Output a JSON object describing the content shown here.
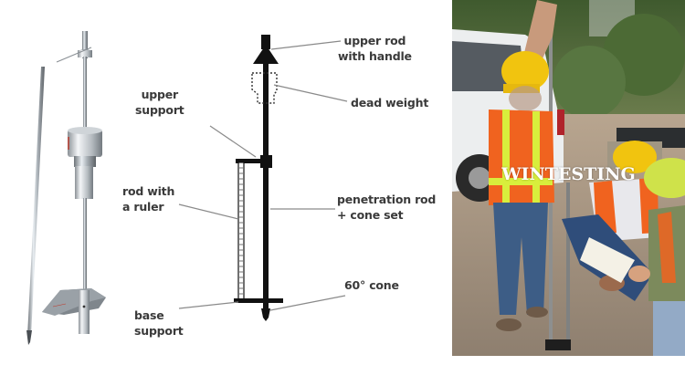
{
  "figure": {
    "panels": [
      {
        "id": "render",
        "description": "3D render of dynamic cone penetrometer"
      },
      {
        "id": "schematic",
        "description": "labeled schematic of penetrometer"
      },
      {
        "id": "photo",
        "description": "field test photo with workers"
      }
    ]
  },
  "schematic": {
    "labels": {
      "upper_rod": "upper rod\nwith handle",
      "dead_weight": "dead weight",
      "upper_support": "upper\nsupport",
      "rod_ruler": "rod with\na ruler",
      "penetration_rod": "penetration rod\n+ cone set",
      "cone": "60° cone",
      "base_support": "base\nsupport"
    },
    "colors": {
      "line": "#111111",
      "leader": "#8a8a8a",
      "text": "#3a3a3a"
    }
  },
  "photo": {
    "watermark": "WINTESTING"
  }
}
